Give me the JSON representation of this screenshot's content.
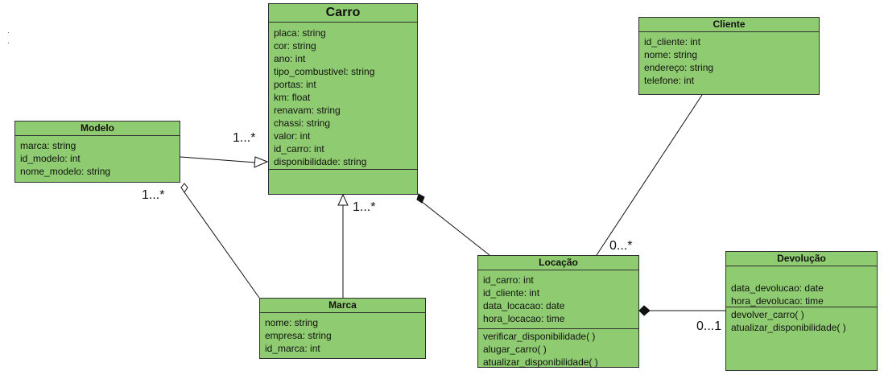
{
  "classes": {
    "carro": {
      "name": "Carro",
      "attributes": [
        "placa: string",
        "cor: string",
        "ano: int",
        "tipo_combustivel: string",
        "portas: int",
        "km: float",
        "renavam: string",
        "chassi: string",
        "valor: int",
        "id_carro: int",
        "disponibilidade: string"
      ],
      "operations": []
    },
    "cliente": {
      "name": "Cliente",
      "attributes": [
        "id_cliente: int",
        "nome: string",
        "endereço: string",
        "telefone: int"
      ]
    },
    "modelo": {
      "name": "Modelo",
      "attributes": [
        "marca: string",
        "id_modelo: int",
        "nome_modelo: string"
      ]
    },
    "marca": {
      "name": "Marca",
      "attributes": [
        "nome: string",
        "empresa: string",
        "id_marca: int"
      ]
    },
    "locacao": {
      "name": "Locação",
      "attributes": [
        "id_carro: int",
        "id_cliente: int",
        "data_locacao: date",
        "hora_locacao:  time"
      ],
      "operations": [
        "verificar_disponibilidade( )",
        "alugar_carro( )",
        "atualizar_disponibilidade( )"
      ]
    },
    "devolucao": {
      "name": "Devolução",
      "attributes": [
        "data_devolucao: date",
        "hora_devolucao: time"
      ],
      "operations": [
        "devolver_carro( )",
        "atualizar_disponibilidade( )"
      ]
    }
  },
  "multiplicities": {
    "modelo_carro": "1...*",
    "modelo_marca": "1...*",
    "marca_carro": "1...*",
    "cliente_locacao": "0...*",
    "locacao_devolucao": "0...1"
  },
  "stray_marks": [
    ".",
    "."
  ]
}
